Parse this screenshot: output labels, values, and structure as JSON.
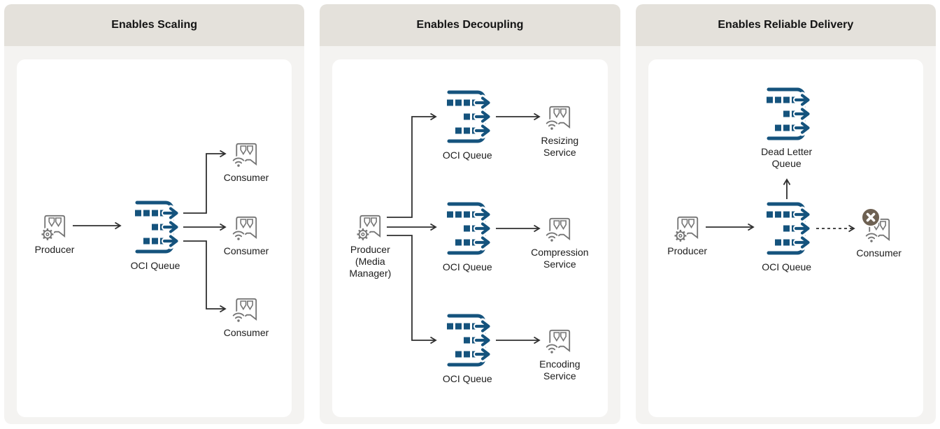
{
  "panels": [
    {
      "title": "Enables Scaling",
      "nodes": {
        "producer": "Producer",
        "queue": "OCI Queue",
        "consumer_top": "Consumer",
        "consumer_mid": "Consumer",
        "consumer_bottom": "Consumer"
      }
    },
    {
      "title": "Enables Decoupling",
      "nodes": {
        "producer": "Producer (Media Manager)",
        "queue_top": "OCI Queue",
        "queue_mid": "OCI Queue",
        "queue_bottom": "OCI Queue",
        "service_top": "Resizing Service",
        "service_mid": "Compression Service",
        "service_bottom": "Encoding Service"
      }
    },
    {
      "title": "Enables Reliable Delivery",
      "nodes": {
        "dead_letter_queue": "Dead Letter Queue",
        "producer": "Producer",
        "queue": "OCI Queue",
        "consumer": "Consumer"
      }
    }
  ],
  "icons": {
    "queue": "queue-bracket-with-message-squares-and-arrows",
    "producer": "chat-bubble-with-gear",
    "consumer": "chat-bubble-with-wireless-signal",
    "error_badge": "x-mark-circle"
  },
  "colors": {
    "queue_blue": "#15537d",
    "icon_gray": "#757575",
    "connector": "#2f2f2f",
    "error_badge": "#6e6152",
    "header_bg": "#e4e1db",
    "panel_bg": "#f4f3f1",
    "card_bg": "#ffffff"
  }
}
